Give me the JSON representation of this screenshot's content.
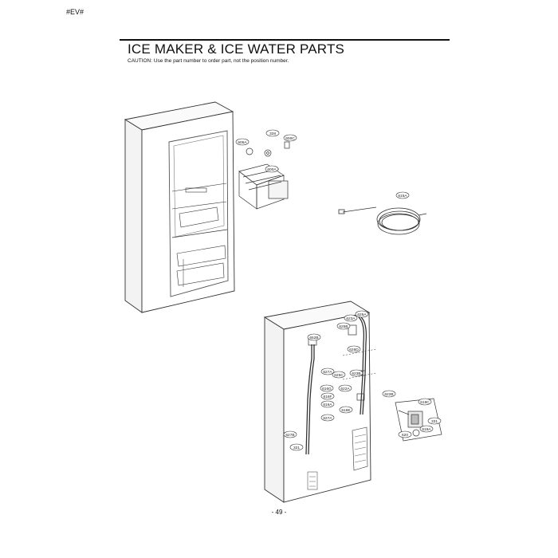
{
  "header": {
    "corner_code": "#EV#",
    "title": "ICE MAKER & ICE WATER PARTS",
    "caution": "CAUTION: Use the part number to order part, not the position number."
  },
  "callouts": {
    "top": [
      "605A",
      "328",
      "600C",
      "600A",
      "615A"
    ],
    "bottom": [
      "652B",
      "623A",
      "625B",
      "625A",
      "627A",
      "625C",
      "623B",
      "616G",
      "622A",
      "616F",
      "616A",
      "616E",
      "627A",
      "627B",
      "321",
      "619C",
      "331",
      "620",
      "619A",
      "622B",
      "626D"
    ]
  },
  "footer": {
    "page_number": "- 49 -"
  }
}
